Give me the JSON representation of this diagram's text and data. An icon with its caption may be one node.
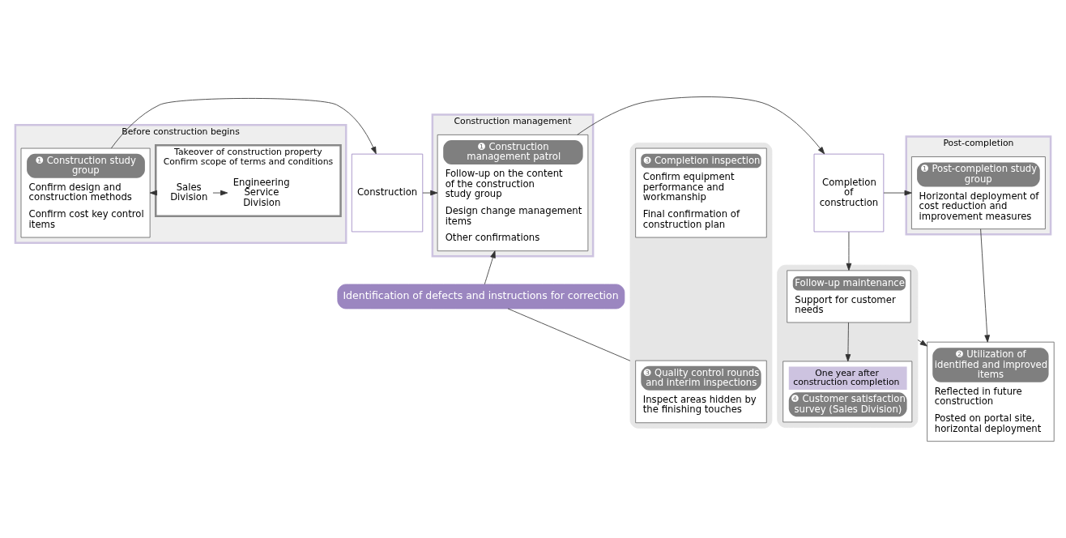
{
  "diagram": {
    "nodes": [
      {
        "text": [
          "Before construction begins"
        ]
      },
      {
        "text": [
          "Takeover of construction property",
          "Confirm scope of terms and conditions"
        ],
        "in": 0
      },
      {
        "text": [
          "Sales Division"
        ],
        "in": 1
      },
      {
        "text": [
          "Engineering Service Division"
        ],
        "in": 1
      },
      {
        "text": [
          "❶ Construction study group",
          "Confirm design and construction methods",
          "Confirm cost key control items"
        ],
        "in": 0
      },
      {
        "text": [
          "Construction"
        ]
      },
      {
        "text": [
          "Construction management"
        ]
      },
      {
        "text": [
          "❶ Construction management patrol",
          "Follow-up on the content of the construction study group",
          "Design change management items",
          "Other confirmations"
        ],
        "in": 6
      },
      {
        "text": [
          "Completion of construction"
        ]
      },
      {
        "text": [
          "Post-completion"
        ]
      },
      {
        "text": [
          "❶ Post-completion study group",
          "Horizontal deployment of cost reduction and improvement measures"
        ],
        "in": 9
      },
      {
        "text": [
          "Identification of defects and instructions for correction"
        ]
      },
      {
        "text": [],
        "shape": "box"
      },
      {
        "text": [
          "❸ Quality control rounds and interim inspections",
          "Inspect areas hidden by the finishing touches"
        ],
        "in": 12
      },
      {
        "text": [
          "❸ Completion inspection",
          "Confirm equipment performance and workmanship",
          "Final confirmation of construction plan"
        ],
        "in": 12
      },
      {
        "text": [],
        "shape": "box"
      },
      {
        "text": [
          "Follow-up maintenance",
          "Support for customer needs"
        ],
        "in": 15
      },
      {
        "text": [
          "One year after construction completion",
          "❹ Customer satisfaction survey (Sales Division)"
        ],
        "in": 15
      },
      {
        "text": [
          "❷ Utilization of identified and improved items",
          "Reflected in future construction",
          "Posted on portal site, horizontal deployment"
        ]
      }
    ],
    "edges": [
      {
        "from": 2,
        "to": 3,
        "arrow": "to"
      },
      {
        "from": 1,
        "to": 4,
        "arrow": "to"
      },
      {
        "from": 4,
        "to": 5,
        "arrow": "to"
      },
      {
        "from": 5,
        "to": 7,
        "arrow": "to"
      },
      {
        "from": 7,
        "to": 8,
        "arrow": "to"
      },
      {
        "from": 8,
        "to": 10,
        "arrow": "to"
      },
      {
        "from": 12,
        "to": 11,
        "arrow": "none"
      },
      {
        "from": 11,
        "to": 7,
        "arrow": "to"
      },
      {
        "from": 8,
        "to": 16,
        "arrow": "to"
      },
      {
        "from": 16,
        "to": 17,
        "arrow": "to"
      },
      {
        "from": 15,
        "to": 18,
        "arrow": "to"
      },
      {
        "from": 10,
        "to": 18,
        "arrow": "to"
      }
    ]
  }
}
